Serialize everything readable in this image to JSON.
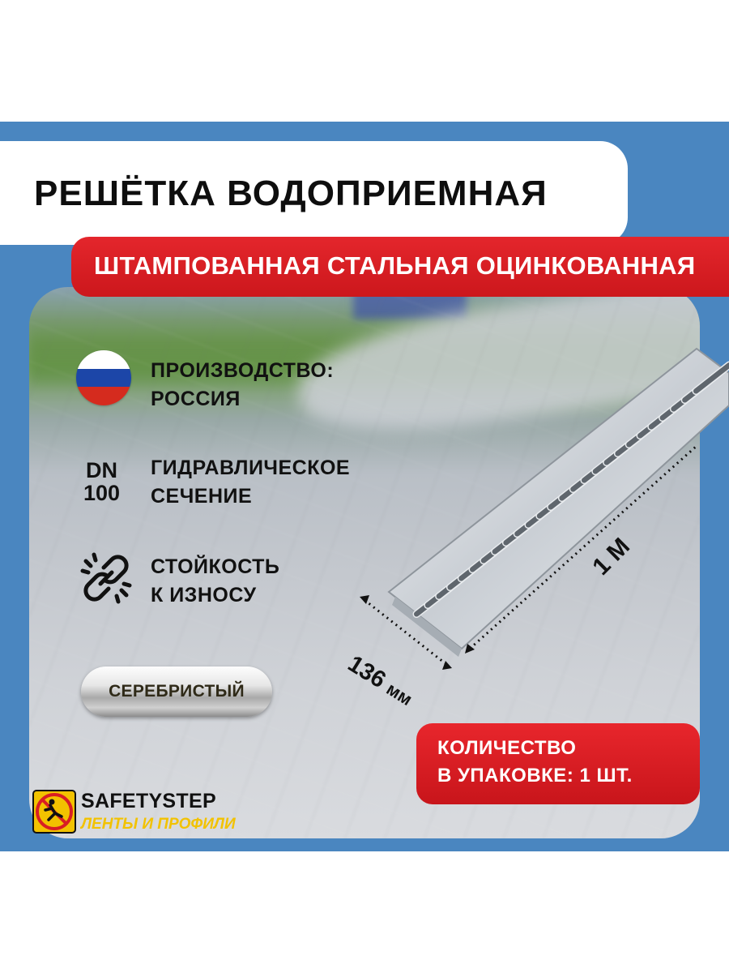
{
  "header": {
    "title": "РЕШЁТКА ВОДОПРИЕМНАЯ",
    "subtitle": "ШТАМПОВАННАЯ СТАЛЬНАЯ ОЦИНКОВАННАЯ"
  },
  "features": [
    {
      "icon": "russia-flag-icon",
      "lines": [
        "ПРОИЗВОДСТВО:",
        "РОССИЯ"
      ]
    },
    {
      "icon": "dn-100-icon",
      "icon_text": [
        "DN",
        "100"
      ],
      "lines": [
        "ГИДРАВЛИЧЕСКОЕ",
        "СЕЧЕНИЕ"
      ]
    },
    {
      "icon": "chain-link-icon",
      "lines": [
        "СТОЙКОСТЬ",
        "К ИЗНОСУ"
      ]
    }
  ],
  "color_badge": "СЕРЕБРИСТЫЙ",
  "dimensions": {
    "length": "1 М",
    "width_value": "136",
    "width_unit": "мм"
  },
  "quantity": {
    "line1": "КОЛИЧЕСТВО",
    "line2": "В УПАКОВКЕ:  1 ШТ."
  },
  "brand": {
    "name": "SAFETYSTEP",
    "tagline": "ЛЕНТЫ И ПРОФИЛИ"
  },
  "colors": {
    "band_blue": "#4a86c0",
    "accent_red": "#d81e24",
    "brand_yellow": "#f2c200",
    "flag_white": "#ffffff",
    "flag_blue": "#1c46a8",
    "flag_red": "#d52b1e"
  }
}
